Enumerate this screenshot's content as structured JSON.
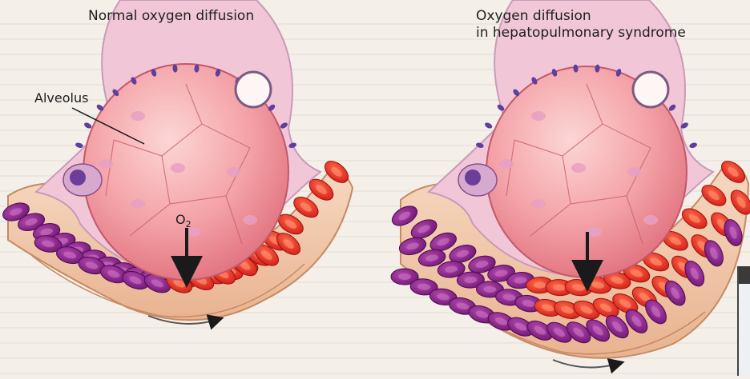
{
  "titles": {
    "left": "Normal oxygen diffusion",
    "right_line1": "Oxygen diffusion",
    "right_line2": "in hepatopulmonary syndrome"
  },
  "labels": {
    "alveolus": "Alveolus",
    "o2_main": "O",
    "o2_sub": "2"
  },
  "colors": {
    "alveolus_fill": "#f08e98",
    "alveolus_highlight": "#fcd3d2",
    "alveolar_wall": "#f1c7d8",
    "capillary_band": "#f2c7a6",
    "capillary_edge": "#c68a64",
    "oxygenated_rbc": "#e8241f",
    "deoxygenated_rbc": "#8a1f8c",
    "nucleus": "#5e3f9e",
    "arrow": "#1a1a1a"
  }
}
